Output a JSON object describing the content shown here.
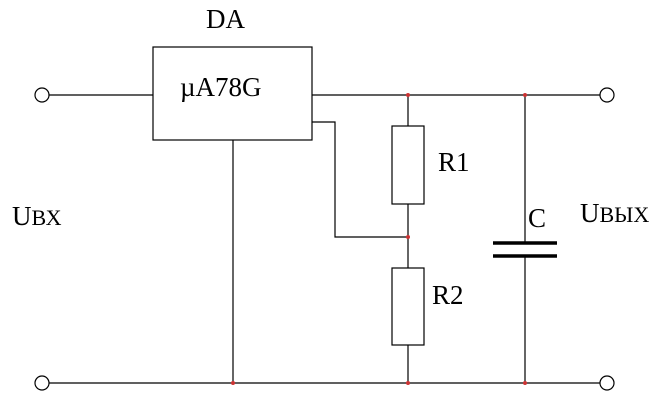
{
  "diagram": {
    "chip": {
      "designator": "DA",
      "part": "µA78G"
    },
    "resistors": {
      "r1": "R1",
      "r2": "R2"
    },
    "capacitor": {
      "label": "C"
    },
    "input": {
      "main": "U",
      "sub": "ВХ"
    },
    "output": {
      "main": "U",
      "sub": "ВЫХ"
    },
    "colors": {
      "line": "#000000",
      "node": "#cc3333",
      "background": "#ffffff"
    }
  }
}
